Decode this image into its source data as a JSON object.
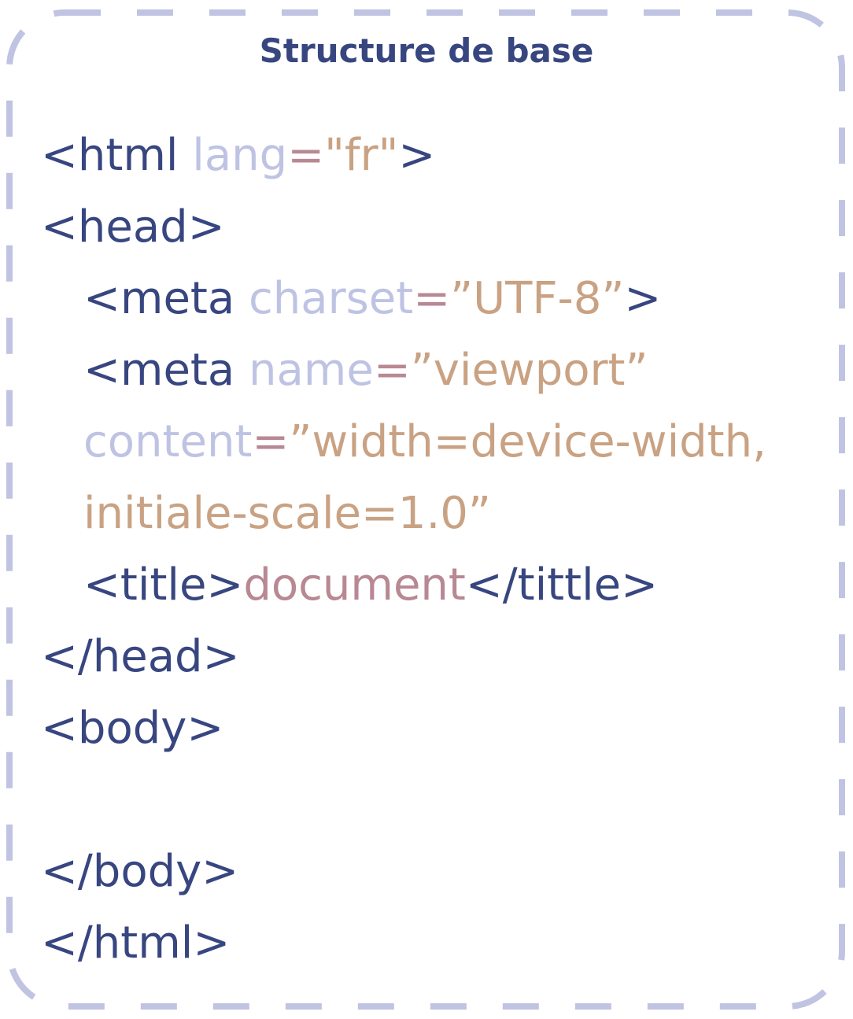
{
  "title": "Structure de base",
  "colors": {
    "tag": "#384680",
    "attr": "#bfc3e3",
    "eq": "#b88893",
    "val": "#c9a283",
    "text": "#b88893",
    "border": "#c0c4e2"
  },
  "lines": [
    {
      "indent": false,
      "segments": [
        {
          "t": "<html ",
          "c": "tag"
        },
        {
          "t": "lang",
          "c": "attr"
        },
        {
          "t": "=",
          "c": "eq"
        },
        {
          "t": "\"fr\"",
          "c": "val"
        },
        {
          "t": ">",
          "c": "tag"
        }
      ]
    },
    {
      "indent": false,
      "segments": [
        {
          "t": "<head>",
          "c": "tag"
        }
      ]
    },
    {
      "indent": true,
      "segments": [
        {
          "t": "<meta ",
          "c": "tag"
        },
        {
          "t": "charset",
          "c": "attr"
        },
        {
          "t": "=",
          "c": "eq"
        },
        {
          "t": "”UTF-8”",
          "c": "val"
        },
        {
          "t": ">",
          "c": "tag"
        }
      ]
    },
    {
      "indent": true,
      "segments": [
        {
          "t": "<meta ",
          "c": "tag"
        },
        {
          "t": "name",
          "c": "attr"
        },
        {
          "t": "=",
          "c": "eq"
        },
        {
          "t": "”viewport”",
          "c": "val"
        }
      ]
    },
    {
      "indent": true,
      "segments": [
        {
          "t": "content",
          "c": "attr"
        },
        {
          "t": "=",
          "c": "eq"
        },
        {
          "t": "”width=device-width,",
          "c": "val"
        }
      ]
    },
    {
      "indent": true,
      "segments": [
        {
          "t": "initiale-scale=1.0”",
          "c": "val"
        }
      ]
    },
    {
      "indent": true,
      "segments": [
        {
          "t": "<title>",
          "c": "tag"
        },
        {
          "t": "document",
          "c": "txt"
        },
        {
          "t": "</tittle>",
          "c": "tag"
        }
      ]
    },
    {
      "indent": false,
      "segments": [
        {
          "t": "</head>",
          "c": "tag"
        }
      ]
    },
    {
      "indent": false,
      "segments": [
        {
          "t": "<body>",
          "c": "tag"
        }
      ]
    },
    {
      "indent": false,
      "segments": []
    },
    {
      "indent": false,
      "segments": [
        {
          "t": "</body>",
          "c": "tag"
        }
      ]
    },
    {
      "indent": false,
      "segments": [
        {
          "t": "</html>",
          "c": "tag"
        }
      ]
    }
  ]
}
